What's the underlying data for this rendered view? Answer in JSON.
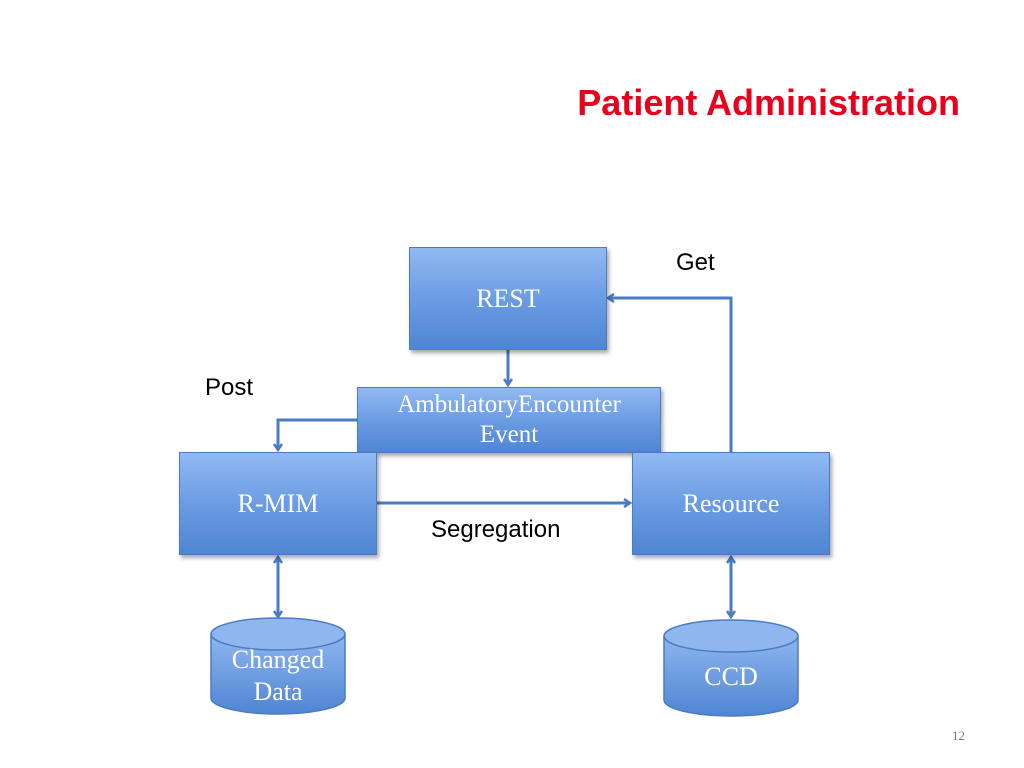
{
  "slide": {
    "title": "Patient Administration",
    "page_number": "12"
  },
  "nodes": {
    "rest": "REST",
    "ambulatory_line1": "AmbulatoryEncounter",
    "ambulatory_line2": "Event",
    "rmim": "R-MIM",
    "resource": "Resource",
    "changed_line1": "Changed",
    "changed_line2": "Data",
    "ccd": "CCD"
  },
  "edge_labels": {
    "get": "Get",
    "post": "Post",
    "segregation": "Segregation"
  },
  "colors": {
    "title": "#e8001c",
    "box_fill_top": "#91b9f2",
    "box_fill_bottom": "#4f85d3",
    "connector": "#4a7bc4"
  }
}
